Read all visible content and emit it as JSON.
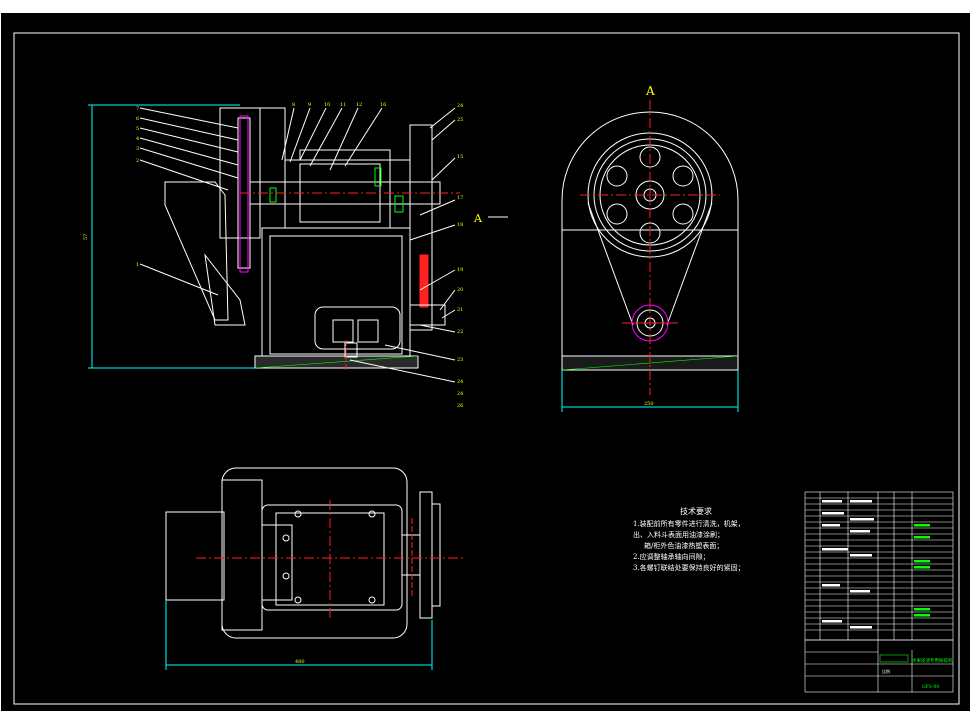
{
  "drawing": {
    "view_label_top": "A",
    "view_label_side": "A",
    "dim_overall_height": "57",
    "dim_side_width": "250",
    "dim_bottom_width": "480",
    "part_numbers_top": [
      "8",
      "9",
      "10",
      "11",
      "12",
      "16",
      "24"
    ],
    "part_numbers_left": [
      "7",
      "6",
      "5",
      "4",
      "3",
      "2",
      "1"
    ],
    "part_numbers_right": [
      "25",
      "15",
      "17",
      "18",
      "19",
      "20",
      "21",
      "22",
      "23",
      "24",
      "26"
    ]
  },
  "tech_notes": {
    "title": "技术要求",
    "lines": [
      "1.装配前所有零件进行清洗，机架，",
      "出、入料斗表面用油漆涂刷；",
      "箱/柜外色油漆热塑表面；",
      "2.应调整轴承轴向间隙；",
      "3.各螺钉联结处要保持良好的紧固；"
    ]
  },
  "title_block": {
    "drawing_title": "水果皮渣专用粉碎机",
    "drawing_number": "GFS-00",
    "scale_label": "比例"
  },
  "colors": {
    "background": "#000000",
    "line": "#ffffff",
    "text": "#ffff00",
    "dimension": "#00ffff",
    "center": "#ff2020",
    "accent": "#ff00ff",
    "hatch": "#00ff00"
  }
}
